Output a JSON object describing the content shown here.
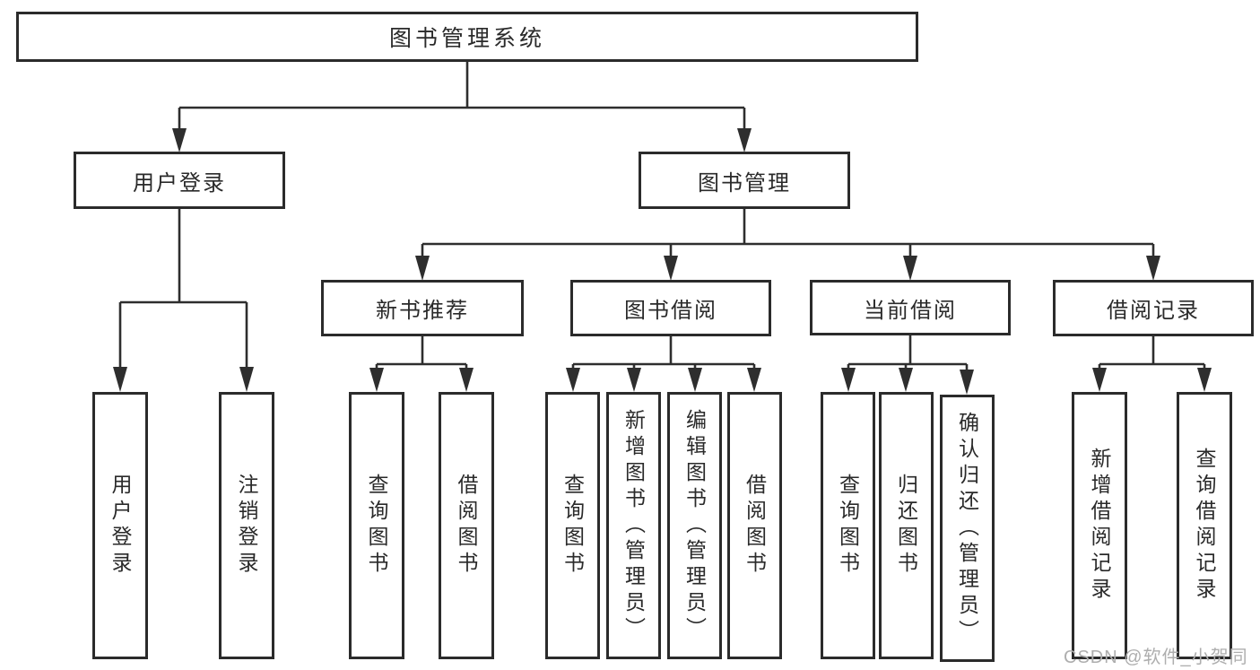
{
  "diagram": {
    "title": "图书管理系统",
    "type": "function-structure-tree",
    "watermark": "CSDN @软件_小贺同学",
    "colors": {
      "background": "#ffffff",
      "box_fill": "#ffffff",
      "box_border": "#2b2b2b",
      "line": "#2e2e2e",
      "text": "#2a2a2a",
      "watermark": "#aeaeae"
    },
    "hierarchy": {
      "图书管理系统": {
        "用户登录": [
          "用户登录",
          "注销登录"
        ],
        "图书管理": {
          "新书推荐": [
            "查询图书",
            "借阅图书"
          ],
          "图书借阅": [
            "查询图书",
            "新增图书（管理员）",
            "编辑图书（管理员）",
            "借阅图书"
          ],
          "当前借阅": [
            "查询图书",
            "归还图书",
            "确认归还（管理员）"
          ],
          "借阅记录": [
            "新增借阅记录",
            "查询借阅记录"
          ]
        }
      }
    }
  },
  "nodes": {
    "root": "图书管理系统",
    "user_login": "用户登录",
    "book_mgmt": "图书管理",
    "new_book_rec": "新书推荐",
    "book_borrow": "图书借阅",
    "current_borrow": "当前借阅",
    "borrow_records": "借阅记录",
    "leaf_user_login": "用户登录",
    "leaf_logout": "注销登录",
    "leaf_query_book_1": "查询图书",
    "leaf_borrow_book_1": "借阅图书",
    "leaf_query_book_2": "查询图书",
    "leaf_add_book_admin": "新增图书（管理员）",
    "leaf_edit_book_admin": "编辑图书（管理员）",
    "leaf_borrow_book_2": "借阅图书",
    "leaf_query_book_3": "查询图书",
    "leaf_return_book": "归还图书",
    "leaf_confirm_return_admin": "确认归还（管理员）",
    "leaf_add_record": "新增借阅记录",
    "leaf_query_record": "查询借阅记录"
  },
  "footer": {
    "watermark": "CSDN @软件_小贺同学"
  }
}
